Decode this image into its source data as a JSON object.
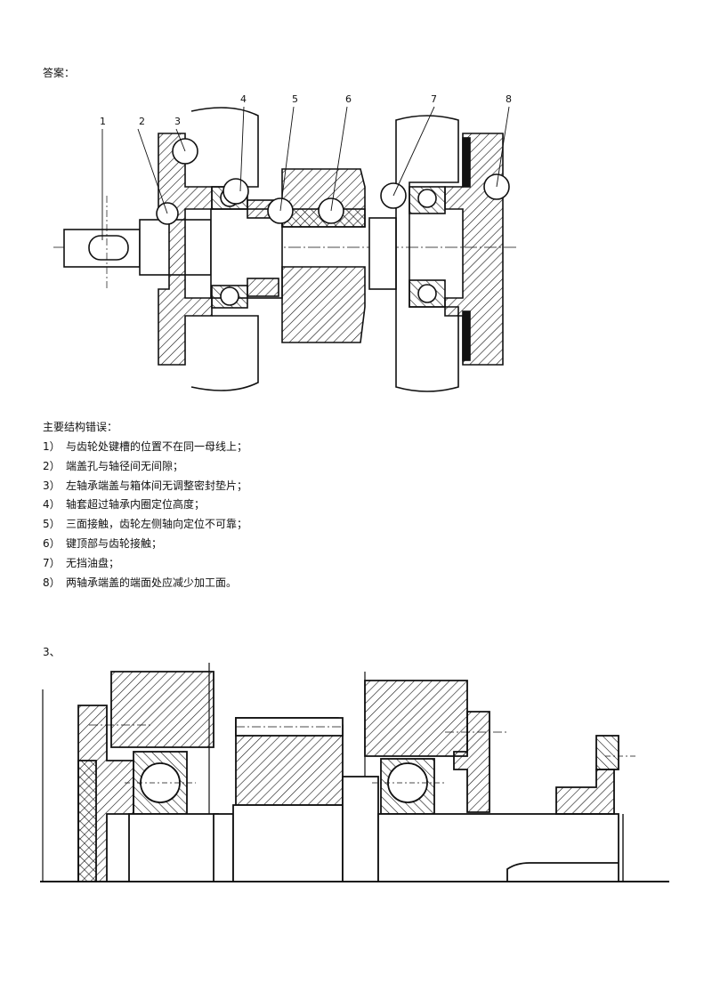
{
  "answer_label": "答案：",
  "drawing1": {
    "callouts": [
      "1",
      "2",
      "3",
      "4",
      "5",
      "6",
      "7",
      "8"
    ]
  },
  "errors": {
    "heading": "主要结构错误：",
    "items": [
      {
        "num": "1）",
        "text": "与齿轮处键槽的位置不在同一母线上；"
      },
      {
        "num": "2）",
        "text": "端盖孔与轴径间无间隙；"
      },
      {
        "num": "3）",
        "text": "左轴承端盖与箱体间无调整密封垫片；"
      },
      {
        "num": "4）",
        "text": "轴套超过轴承内圈定位高度；"
      },
      {
        "num": "5）",
        "text": "三面接触，齿轮左侧轴向定位不可靠；"
      },
      {
        "num": "6）",
        "text": "键顶部与齿轮接触；"
      },
      {
        "num": "7）",
        "text": "无挡油盘；"
      },
      {
        "num": "8）",
        "text": "两轴承端盖的端面处应减少加工面。"
      }
    ]
  },
  "question3_label": "3、"
}
